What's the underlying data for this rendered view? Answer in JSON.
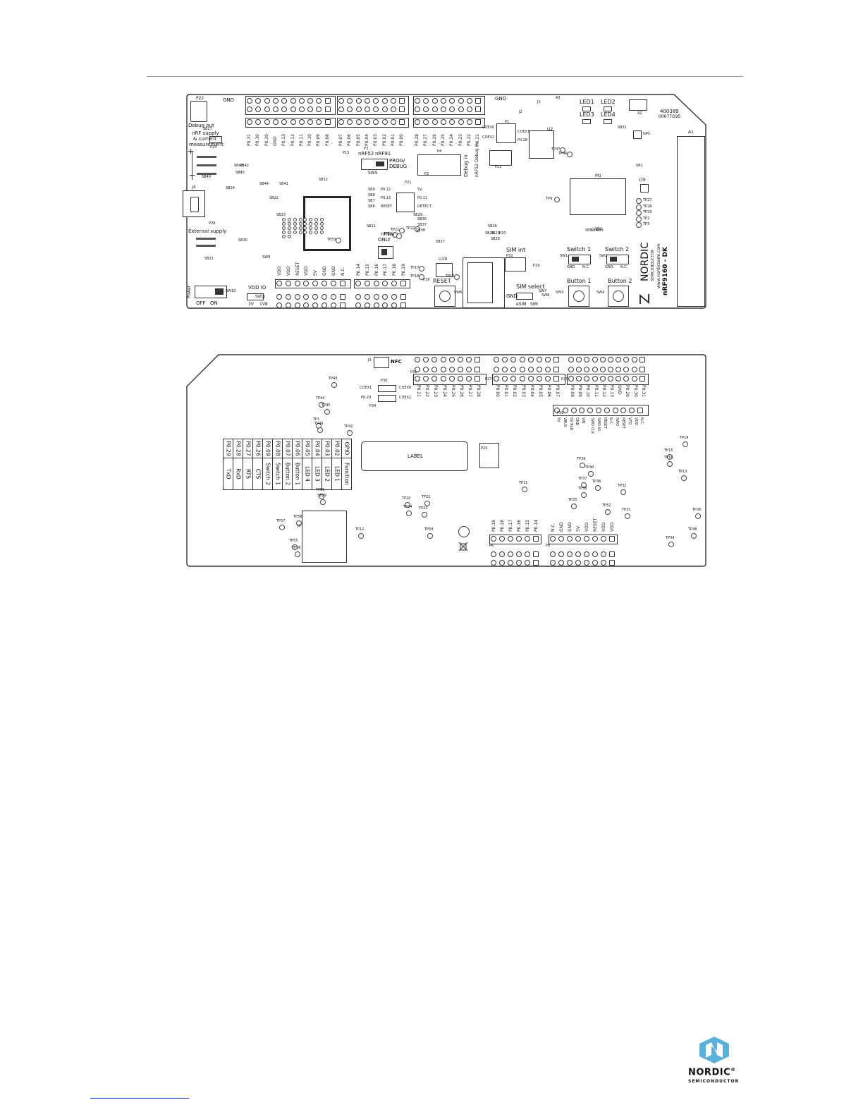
{
  "top": {
    "board_id": [
      "400389",
      "00677G95"
    ],
    "debug_out": "Debug out",
    "supply": [
      "nRF supply",
      "& current",
      "measurement"
    ],
    "external_supply": "External supply",
    "power": "Power",
    "off": "OFF",
    "on": "ON",
    "vdd_io": "VDD IO",
    "v3": "3V",
    "v18": "1V8",
    "gnd": "GND",
    "reset": "RESET",
    "sim_int": "SIM int",
    "sim_select": "SIM select",
    "esim": "eSIM",
    "sim": "SIM",
    "switch1": "Switch 1",
    "switch2": "Switch 2",
    "button1": "Button 1",
    "button2": "Button 2",
    "nc": "N.C.",
    "led1": "LED1",
    "led2": "LED2",
    "led3": "LED3",
    "led4": "LED4",
    "lte": "LTE",
    "gps": "GPS",
    "nordic": "NORDIC",
    "semi": "SEMICONDUCTOR",
    "url": "www.nordicsemi.com",
    "product": "nRF9160 - DK",
    "nrf52": "nRF52",
    "nrf91": "nRF91",
    "prog_debug": [
      "PROG/",
      "DEBUG"
    ],
    "sw5": "SW5",
    "nrf_only": [
      "nRF",
      "ONLY"
    ],
    "debug_in": "Debug in",
    "nrf52_debug_in": "nRF52 Debug in",
    "u2": "U2",
    "m1": "M1",
    "u19": "U19",
    "a1": "A1",
    "p21_labels": [
      "5V",
      "P0.11",
      "DETECT"
    ],
    "p21_left": [
      "P0.12",
      "P0.13",
      "RESET"
    ],
    "p1_labels": [
      "COEX0",
      "COEX1",
      "COEX2",
      "P0.28"
    ],
    "top_pins_a": [
      "P0.31",
      "P0.30",
      "P0.20",
      "GND",
      "P0.13",
      "P0.12",
      "P0.11",
      "P0.10",
      "P0.09",
      "P0.08"
    ],
    "top_pins_b": [
      "P0.07",
      "P0.06",
      "P0.05",
      "P0.04",
      "P0.03",
      "P0.02",
      "P0.01",
      "P0.00"
    ],
    "top_pins_c": [
      "P0.28",
      "P0.27",
      "P0.26",
      "P0.25",
      "P0.24",
      "P0.23",
      "P0.22",
      "P0.21"
    ],
    "bottom_pins_a": [
      "VDD",
      "VDD",
      "RESET",
      "VDD",
      "5V",
      "GND",
      "GND",
      "N.C."
    ],
    "bottom_pins_b": [
      "P0.14",
      "P0.15",
      "P0.16",
      "P0.17",
      "P0.18",
      "P0.19"
    ],
    "tps": [
      "TP27",
      "TP28",
      "TP29",
      "TP2",
      "TP3"
    ],
    "tp_right": [
      "TP47",
      "TP46",
      "TP9",
      "TP17",
      "TP18",
      "TP19",
      "TP10",
      "TP53",
      "TP21",
      "TP8",
      "TP22"
    ],
    "sb_labels": [
      "SB27",
      "SB24",
      "SB40",
      "SB41",
      "SB22",
      "SB23",
      "SB12",
      "SB44",
      "SB43",
      "SB42",
      "SB45",
      "SB17",
      "SB31",
      "SB1",
      "SB2",
      "SB29",
      "SB28",
      "SB25",
      "SB26",
      "SB36",
      "SB37",
      "SB38",
      "SB39",
      "SB11",
      "SB9",
      "SB8",
      "SB7",
      "SB6",
      "SB5",
      "SB4",
      "SB3",
      "SB21",
      "SB30"
    ],
    "parts": [
      "P22",
      "P24",
      "P28",
      "J4",
      "SW10",
      "SW9",
      "SW11",
      "P15",
      "P3",
      "P4",
      "P11",
      "P21",
      "P1",
      "P20",
      "P19",
      "P2",
      "P18",
      "P32",
      "J1",
      "J2",
      "A2",
      "A3",
      "SW1",
      "SW2",
      "SW3",
      "SW4",
      "SW6",
      "SW7",
      "SW8"
    ]
  },
  "bottom": {
    "nfc": "NFC",
    "label": "LABEL",
    "gpio_header": [
      "GPIO",
      "Function"
    ],
    "gpio_rows": [
      [
        "P0.02",
        "LED 1"
      ],
      [
        "P0.03",
        "LED 2"
      ],
      [
        "P0.04",
        "LED 3"
      ],
      [
        "P0.05",
        "LED 4"
      ],
      [
        "P0.06",
        "Button 1"
      ],
      [
        "P0.07",
        "Button 2"
      ],
      [
        "P0.08",
        "Switch 1"
      ],
      [
        "P0.09",
        "Switch 2"
      ],
      [
        "P0.26",
        "CTS"
      ],
      [
        "P0.27",
        "RTS"
      ],
      [
        "P0.28",
        "RxD"
      ],
      [
        "P0.29",
        "TxD"
      ]
    ],
    "coex": [
      "COEX1",
      "P0.29",
      "COEX0",
      "COEX2"
    ],
    "p30": "P30",
    "pins_a": [
      "P0.21",
      "P0.22",
      "P0.23",
      "P0.24",
      "P0.25",
      "P0.26",
      "P0.27",
      "P0.28"
    ],
    "pins_b": [
      "P0.00",
      "P0.01",
      "P0.02",
      "P0.03",
      "P0.04",
      "P0.05",
      "P0.06",
      "P0.07"
    ],
    "pins_c": [
      "P0.08",
      "P0.09",
      "P0.10",
      "P0.11",
      "P0.12",
      "P0.13",
      "GND",
      "P0.20",
      "P0.30",
      "P0.31"
    ],
    "pins_d": [
      "SWD CLK",
      "SWD IO",
      "RESET",
      "N.C.",
      "SWO",
      "RESET",
      "VTG",
      "VDD",
      "N.C."
    ],
    "pins_d2": [
      "5V",
      "VBUS",
      "5V RxD",
      "GND",
      "VIN"
    ],
    "pins_e": [
      "P0.19",
      "P0.18",
      "P0.17",
      "P0.16",
      "P0.15",
      "P0.14"
    ],
    "pins_f": [
      "N.C.",
      "GND",
      "GND",
      "5V",
      "VDD",
      "RESET",
      "VDD",
      "VDD"
    ],
    "tps": [
      "TP43",
      "TP44",
      "TP45",
      "TP1",
      "TP49",
      "TP42",
      "TP50",
      "SB89",
      "TP57",
      "TP58",
      "TP55",
      "TP56",
      "TP20",
      "TP21",
      "TP24",
      "TP23",
      "TP53",
      "TP11",
      "TP39",
      "TP40",
      "TP37",
      "TP36",
      "TP38",
      "TP32",
      "TP25",
      "TP52",
      "TP31",
      "TP14",
      "TP15",
      "TP16",
      "TP13",
      "TP26",
      "TP48",
      "TP34",
      "TP12"
    ],
    "parts": [
      "J3",
      "P31",
      "P27",
      "P25",
      "P26",
      "P34",
      "P6",
      "P8",
      "P20",
      "J2"
    ]
  },
  "logo": {
    "name": "NORDIC",
    "registered": "®",
    "sub": "SEMICONDUCTOR"
  }
}
